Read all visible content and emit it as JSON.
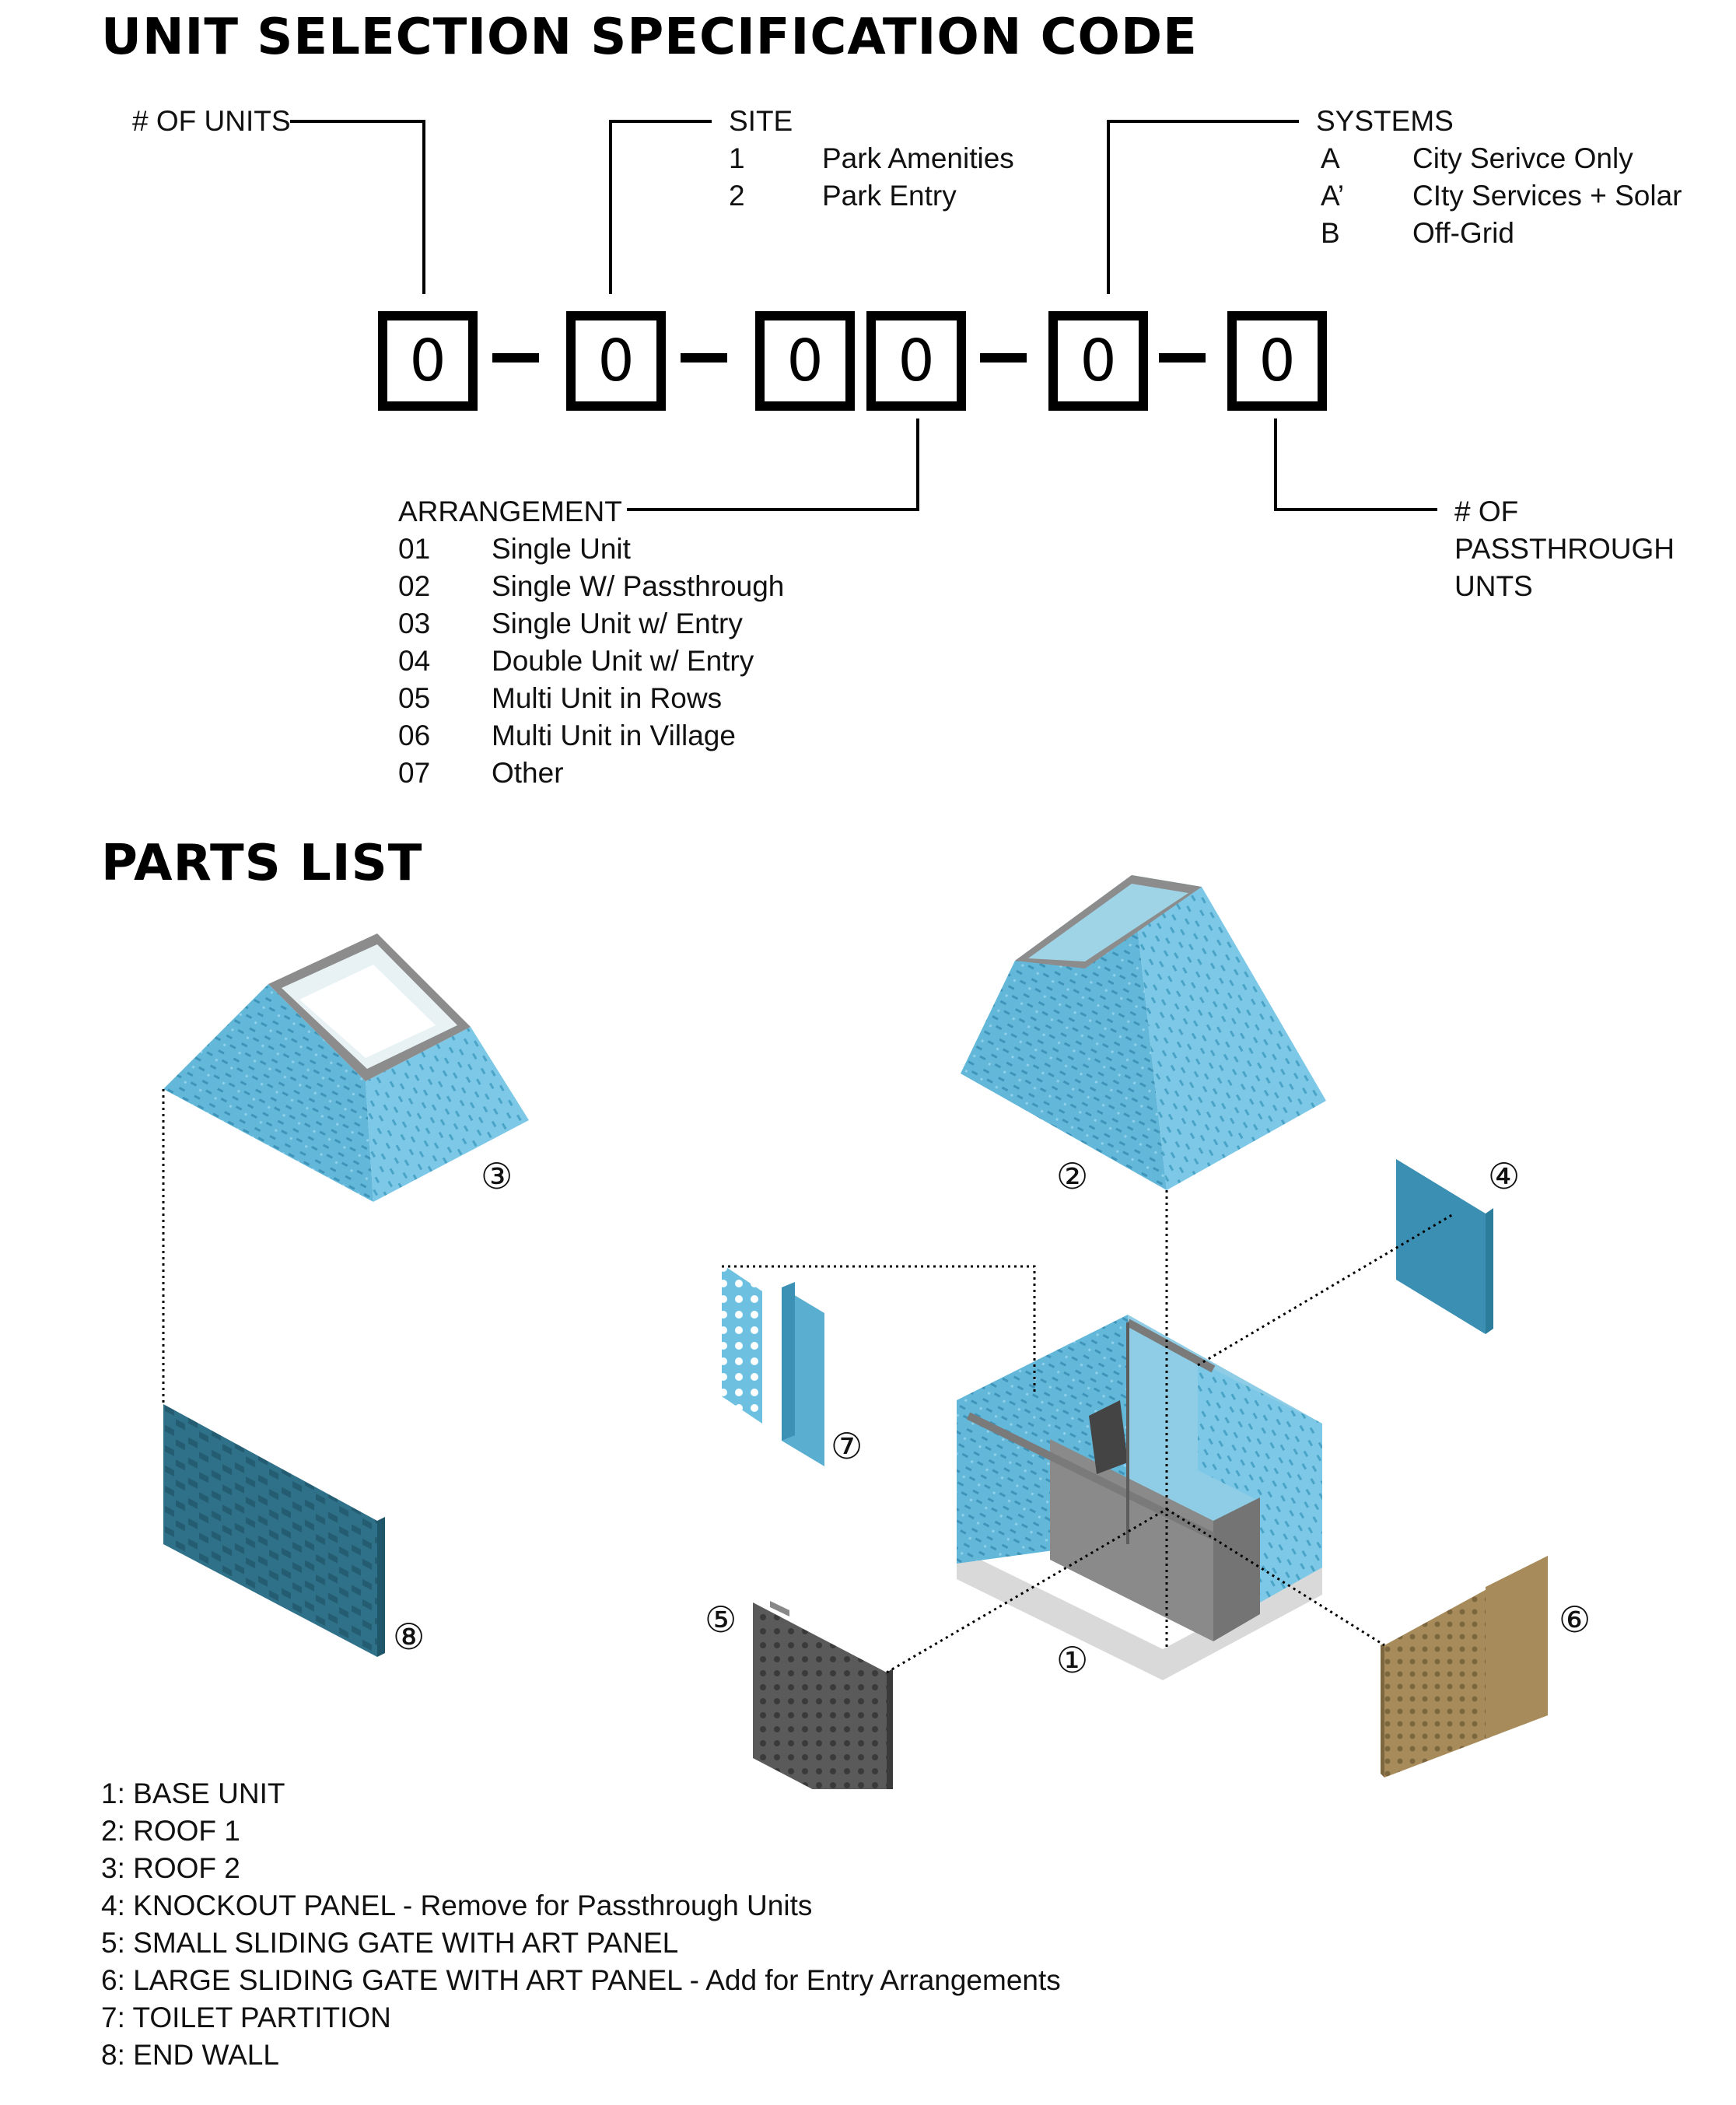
{
  "title": "UNIT SELECTION SPECIFICATION CODE",
  "code": {
    "boxes": [
      "0",
      "0",
      "0",
      "0",
      "0",
      "0"
    ],
    "separator": "–"
  },
  "labels": {
    "units": "# OF UNITS",
    "site": {
      "heading": "SITE",
      "items": [
        {
          "key": "1",
          "value": "Park Amenities"
        },
        {
          "key": "2",
          "value": "Park Entry"
        }
      ]
    },
    "systems": {
      "heading": "SYSTEMS",
      "items": [
        {
          "key": "A",
          "value": "City Serivce Only"
        },
        {
          "key": "A’",
          "value": "CIty Services + Solar"
        },
        {
          "key": "B",
          "value": "Off-Grid"
        }
      ]
    },
    "arrangement": {
      "heading": "ARRANGEMENT",
      "items": [
        {
          "key": "01",
          "value": "Single Unit"
        },
        {
          "key": "02",
          "value": "Single W/ Passthrough"
        },
        {
          "key": "03",
          "value": "Single Unit w/ Entry"
        },
        {
          "key": "04",
          "value": "Double Unit w/ Entry"
        },
        {
          "key": "05",
          "value": "Multi Unit in Rows"
        },
        {
          "key": "06",
          "value": "Multi Unit in Village"
        },
        {
          "key": "07",
          "value": "Other"
        }
      ]
    },
    "passthrough": [
      "# OF",
      "PASSTHROUGH",
      "UNTS"
    ]
  },
  "parts_heading": "PARTS LIST",
  "part_callouts": [
    "①",
    "②",
    "③",
    "④",
    "⑤",
    "⑥",
    "⑦",
    "⑧"
  ],
  "parts": [
    "1: BASE UNIT",
    "2: ROOF 1",
    "3: ROOF 2",
    "4: KNOCKOUT PANEL - Remove for Passthrough Units",
    "5: SMALL SLIDING GATE WITH ART PANEL",
    "6: LARGE SLIDING GATE WITH ART PANEL - Add for Entry Arrangements",
    "7: TOILET PARTITION",
    "8: END WALL"
  ],
  "colors": {
    "panel_blue": "#5fb4d6",
    "panel_blue_dark": "#2c7d9c",
    "end_wall": "#2d6f86",
    "roof_frame": "#8c8c8c",
    "gate_dark": "#5a5a5a",
    "gate_tan": "#a88b5a",
    "base_floor": "#d9d9d9"
  }
}
